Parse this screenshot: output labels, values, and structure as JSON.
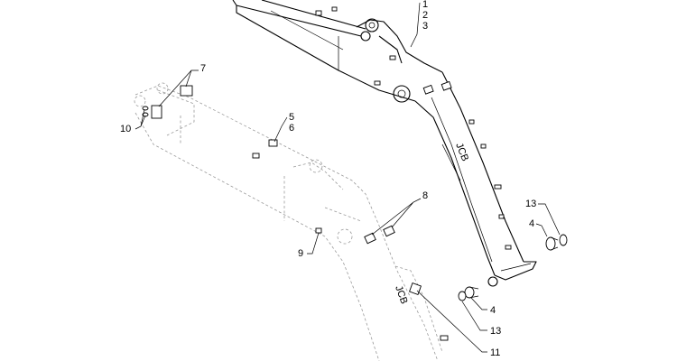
{
  "callouts": [
    {
      "id": "c1",
      "text": "1"
    },
    {
      "id": "c2",
      "text": "2"
    },
    {
      "id": "c3",
      "text": "3"
    },
    {
      "id": "c4a",
      "text": "4"
    },
    {
      "id": "c4b",
      "text": "4"
    },
    {
      "id": "c5",
      "text": "5"
    },
    {
      "id": "c6",
      "text": "6"
    },
    {
      "id": "c7",
      "text": "7"
    },
    {
      "id": "c8",
      "text": "8"
    },
    {
      "id": "c9",
      "text": "9"
    },
    {
      "id": "c10",
      "text": "10"
    },
    {
      "id": "c11",
      "text": "11"
    },
    {
      "id": "c13a",
      "text": "13"
    },
    {
      "id": "c13b",
      "text": "13"
    }
  ]
}
